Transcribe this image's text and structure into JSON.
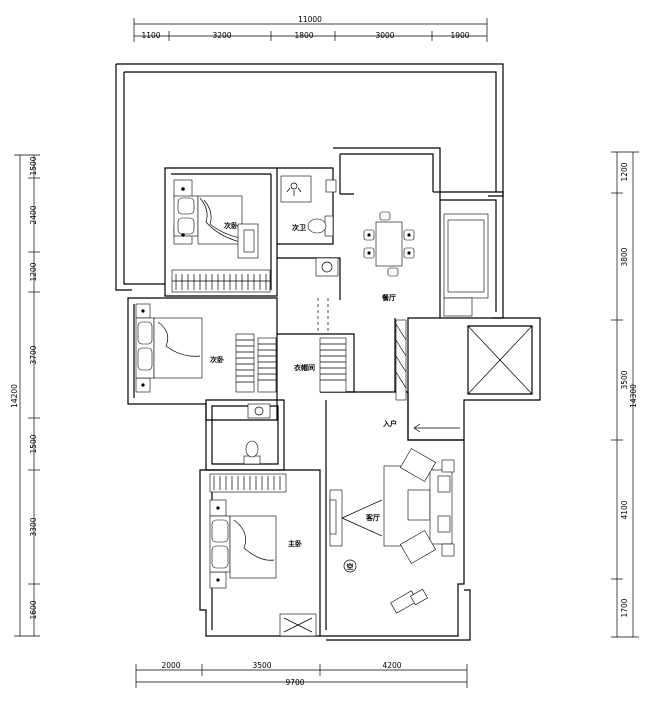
{
  "dimensions": {
    "top_total": "11000",
    "top": [
      "1100",
      "3200",
      "1800",
      "3000",
      "1900"
    ],
    "left_total": "14200",
    "left": [
      "1500",
      "2400",
      "1200",
      "3700",
      "1500",
      "3300",
      "1600"
    ],
    "right_total": "14300",
    "right": [
      "1200",
      "3800",
      "3500",
      "4100",
      "1700"
    ],
    "bottom_total": "9700",
    "bottom": [
      "2000",
      "3500",
      "4200"
    ]
  },
  "rooms": {
    "second_bedroom_top": "次卧",
    "second_bath": "次卫",
    "dining": "餐厅",
    "second_bedroom_left": "次卧",
    "closet": "衣帽间",
    "entry": "入户",
    "living": "客厅",
    "master_bedroom": "主卧",
    "ac_mark": "空"
  }
}
